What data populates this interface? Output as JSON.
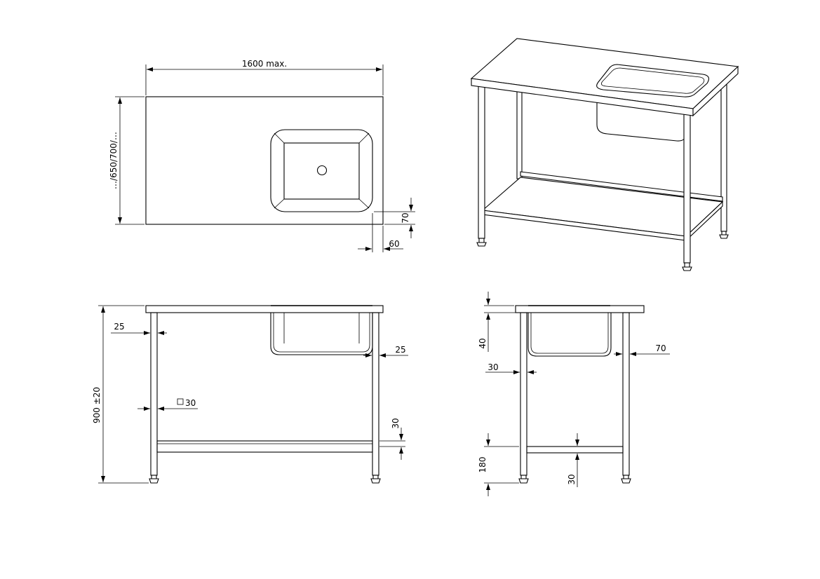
{
  "drawing": {
    "top_view": {
      "width_label": "1600  max.",
      "depth_label": "…/650/700/…",
      "sink_offset_front": "70",
      "sink_offset_side": "60"
    },
    "front_view": {
      "height_label": "900 ±20",
      "leg_left_label": "25",
      "leg_right_label": "25",
      "tube_label": "30",
      "shelf_label": "30"
    },
    "side_view": {
      "top_thickness_label": "40",
      "leg_label": "30",
      "offset_label": "70",
      "shelf_height_label": "180",
      "shelf_thickness_label": "30"
    }
  }
}
